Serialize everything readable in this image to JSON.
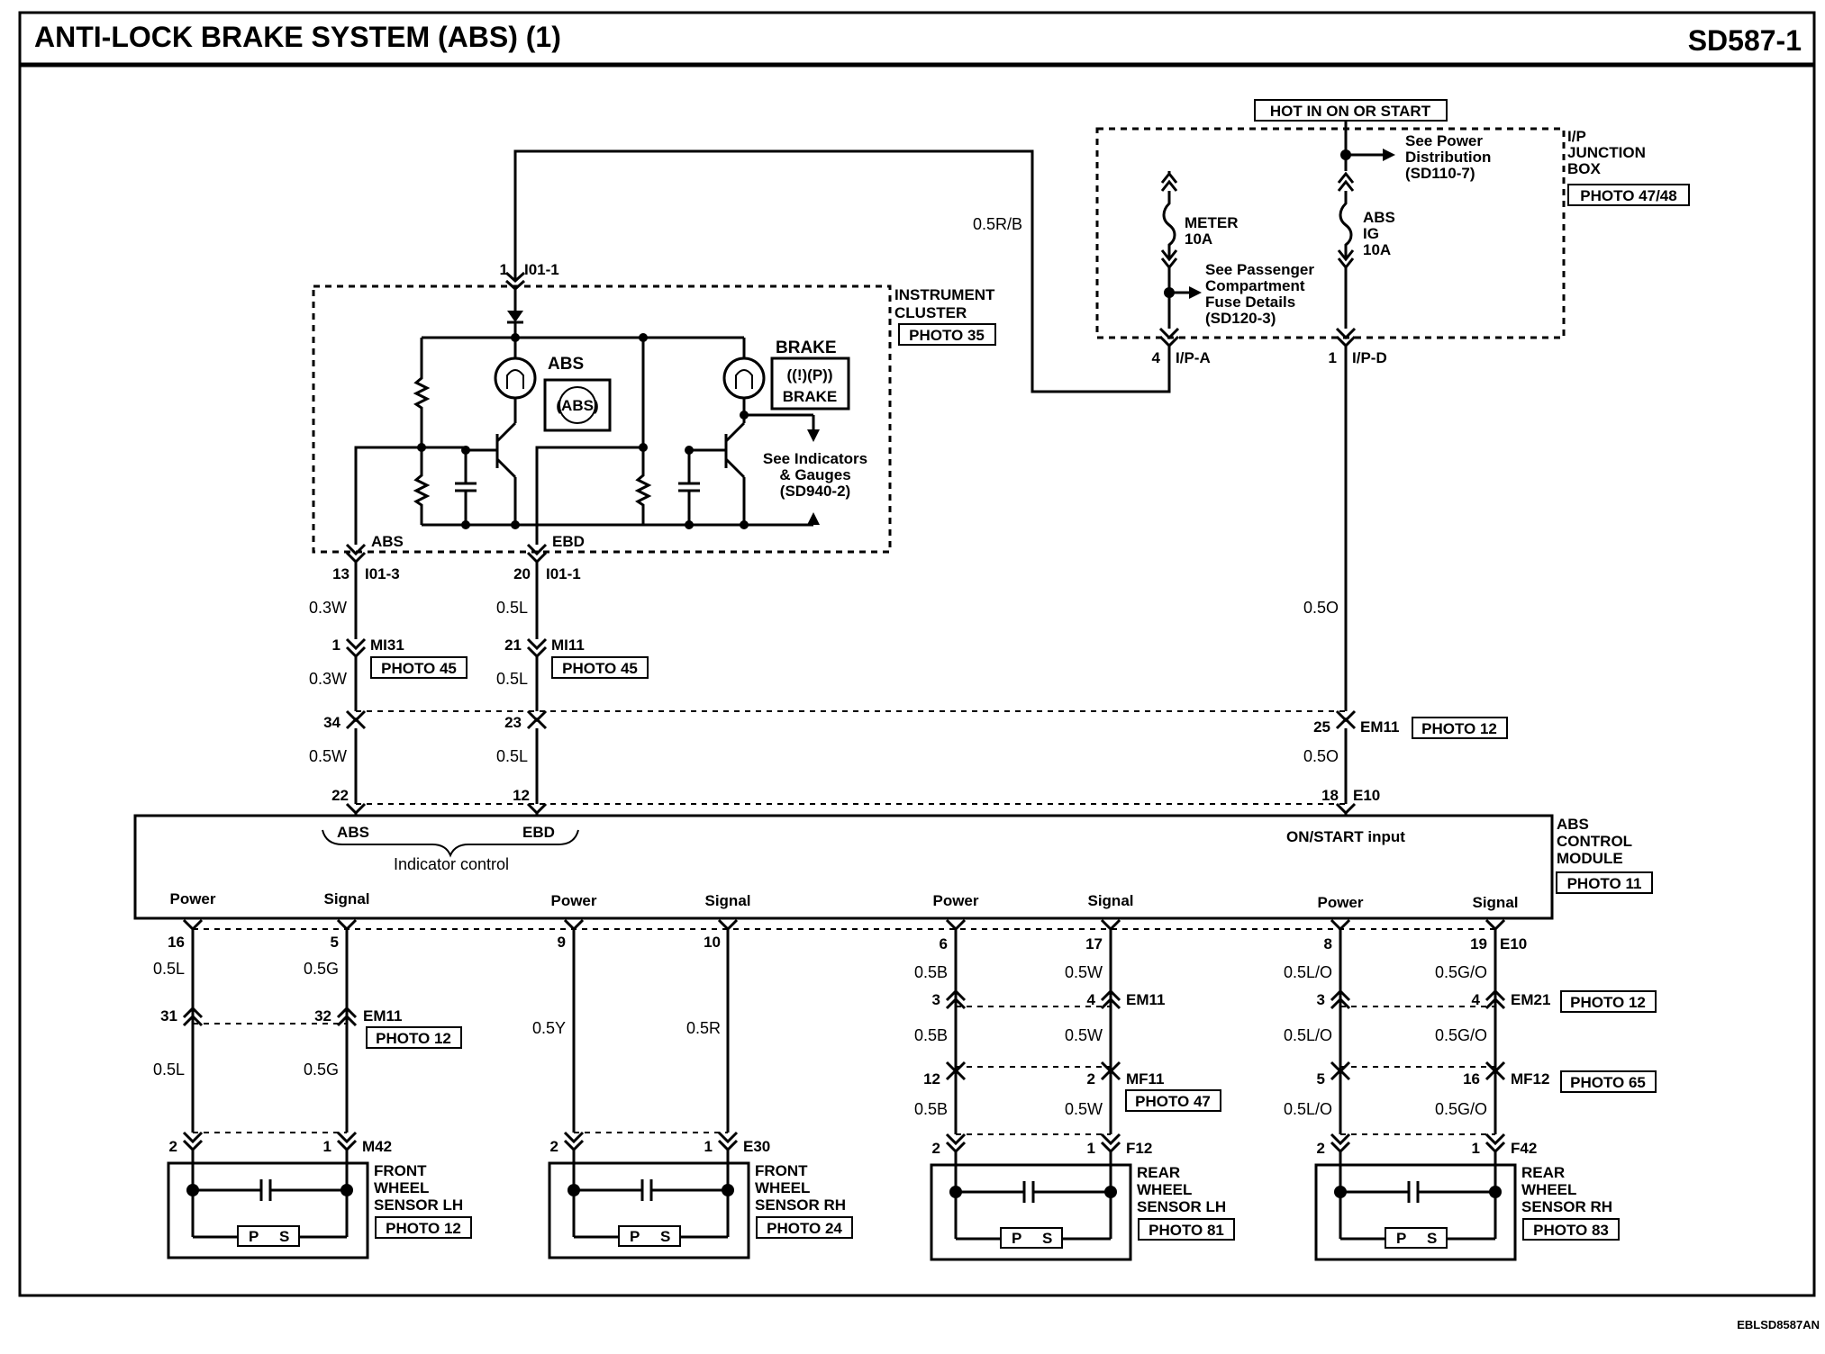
{
  "header": {
    "title": "ANTI-LOCK BRAKE SYSTEM (ABS) (1)",
    "code": "SD587-1"
  },
  "footer": {
    "ref": "EBLSD8587AN"
  },
  "junction_box": {
    "hot_label": "HOT IN ON OR START",
    "name_lines": [
      "I/P",
      "JUNCTION",
      "BOX"
    ],
    "photo": "PHOTO 47/48",
    "meter_fuse": [
      "METER",
      "10A"
    ],
    "abs_fuse": [
      "ABS",
      "IG",
      "10A"
    ],
    "power_dist": [
      "See Power",
      "Distribution",
      "(SD110-7)"
    ],
    "passenger_fuse": [
      "See Passenger",
      "Compartment",
      "Fuse Details",
      "(SD120-3)"
    ],
    "conn_a_pin": "4",
    "conn_a": "I/P-A",
    "conn_d_pin": "1",
    "conn_d": "I/P-D"
  },
  "cluster": {
    "name_lines": [
      "INSTRUMENT",
      "CLUSTER"
    ],
    "photo": "PHOTO 35",
    "top_pin": "1",
    "top_conn": "I01-1",
    "abs_lamp": "ABS",
    "abs_symbol": "(ABS)",
    "brake_lamp": "BRAKE",
    "brake_symbol": "((!)(P))",
    "brake_symbol_text": "BRAKE",
    "indicators_ref": [
      "See Indicators",
      "& Gauges",
      "(SD940-2)"
    ],
    "out_abs": "ABS",
    "out_ebd": "EBD"
  },
  "wires": {
    "r_b": "0.5R/B",
    "w03": "0.3W",
    "l05": "0.5L",
    "o05": "0.5O",
    "w05": "0.5W",
    "g05": "0.5G",
    "y05": "0.5Y",
    "r05": "0.5R",
    "b05": "0.5B",
    "lo05": "0.5L/O",
    "go05": "0.5G/O"
  },
  "connectors": {
    "pin13": "13",
    "i013": "I01-3",
    "pin20": "20",
    "i011": "I01-1",
    "pin1": "1",
    "mi31": "MI31",
    "mi31_photo": "PHOTO 45",
    "pin21": "21",
    "mi11": "MI11",
    "mi11_photo": "PHOTO 45",
    "pin34": "34",
    "pin23": "23",
    "pin25": "25",
    "em11": "EM11",
    "em11_photo": "PHOTO 12",
    "pin22": "22",
    "pin12": "12",
    "pin18": "18",
    "e10": "E10"
  },
  "module": {
    "name_lines": [
      "ABS",
      "CONTROL",
      "MODULE"
    ],
    "photo": "PHOTO 11",
    "abs": "ABS",
    "ebd": "EBD",
    "indicator_control": "Indicator control",
    "on_start": "ON/START input",
    "power": "Power",
    "signal": "Signal"
  },
  "bottom_pins": {
    "p16": "16",
    "p5": "5",
    "p9": "9",
    "p10": "10",
    "p6": "6",
    "p17": "17",
    "p8": "8",
    "p19": "19",
    "e10": "E10",
    "p31": "31",
    "p32": "32",
    "em11": "EM11",
    "em11_photo": "PHOTO 12",
    "p3a": "3",
    "p4a": "4",
    "em11b": "EM11",
    "p3b": "3",
    "p4b": "4",
    "em21": "EM21",
    "em21_photo": "PHOTO 12",
    "p12": "12",
    "p2m": "2",
    "mf11": "MF11",
    "mf11_photo": "PHOTO 47",
    "p5m": "5",
    "p16m": "16",
    "mf12": "MF12",
    "mf12_photo": "PHOTO 65",
    "s1_p2": "2",
    "s1_p1": "1",
    "m42": "M42",
    "s2_p2": "2",
    "s2_p1": "1",
    "e30": "E30",
    "s3_p2": "2",
    "s3_p1": "1",
    "f12": "F12",
    "s4_p2": "2",
    "s4_p1": "1",
    "f42": "F42"
  },
  "sensors": [
    {
      "lines": [
        "FRONT",
        "WHEEL",
        "SENSOR LH"
      ],
      "photo": "PHOTO 12"
    },
    {
      "lines": [
        "FRONT",
        "WHEEL",
        "SENSOR RH"
      ],
      "photo": "PHOTO 24"
    },
    {
      "lines": [
        "REAR",
        "WHEEL",
        "SENSOR LH"
      ],
      "photo": "PHOTO 81"
    },
    {
      "lines": [
        "REAR",
        "WHEEL",
        "SENSOR RH"
      ],
      "photo": "PHOTO 83"
    }
  ],
  "sensor_p": "P",
  "sensor_s": "S"
}
